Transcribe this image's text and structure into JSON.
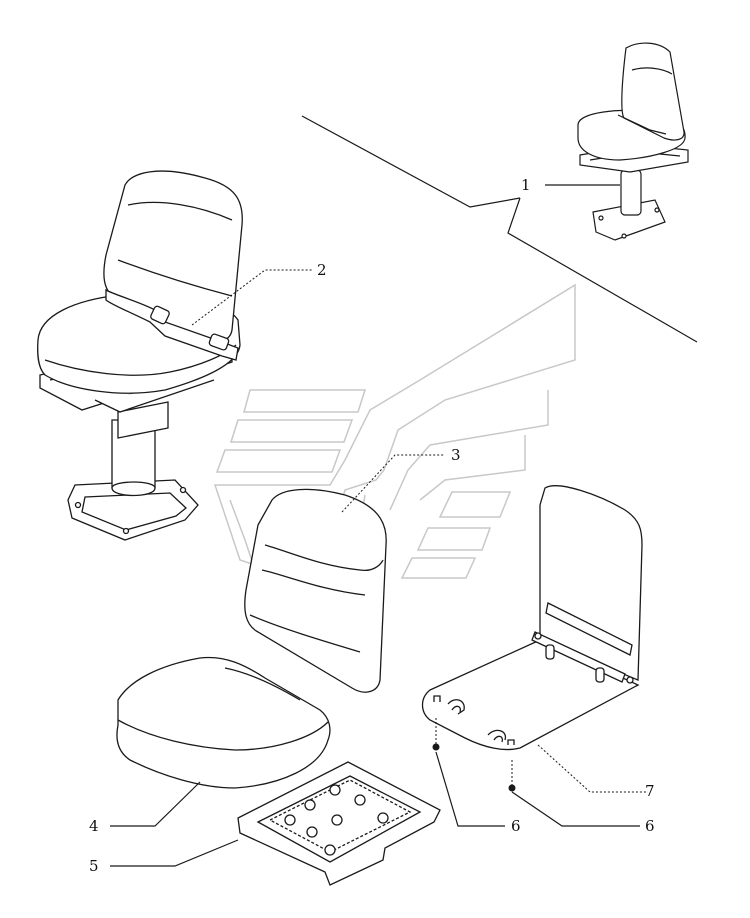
{
  "callouts": {
    "c1": "1",
    "c2": "2",
    "c3": "3",
    "c4": "4",
    "c5": "5",
    "c6a": "6",
    "c6b": "6",
    "c7": "7"
  },
  "colors": {
    "line": "#1a1a1a",
    "watermark": "#c8c8c8",
    "background": "#ffffff"
  }
}
